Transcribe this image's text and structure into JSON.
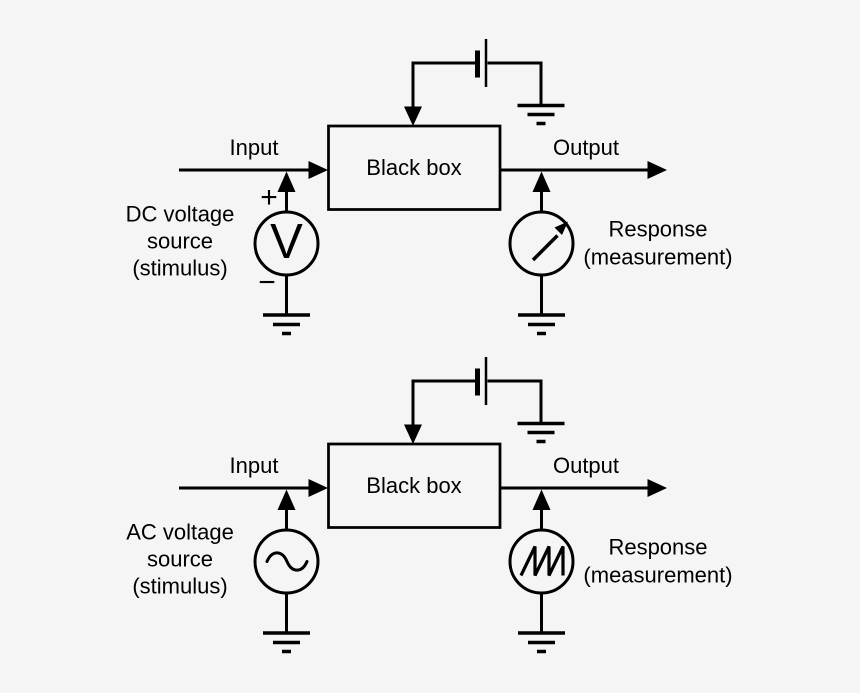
{
  "colors": {
    "background": "#f5f5f5",
    "ink": "#000000"
  },
  "diagrams": [
    {
      "id": "dc",
      "input_label": "Input",
      "output_label": "Output",
      "box_label": "Black box",
      "source_label": [
        "DC voltage",
        "source",
        "(stimulus)"
      ],
      "source_symbol": "V",
      "polarity": {
        "plus": "+",
        "minus": "−"
      },
      "response_label": [
        "Response",
        "(measurement)"
      ]
    },
    {
      "id": "ac",
      "input_label": "Input",
      "output_label": "Output",
      "box_label": "Black box",
      "source_label": [
        "AC voltage",
        "source",
        "(stimulus)"
      ],
      "response_label": [
        "Response",
        "(measurement)"
      ]
    }
  ]
}
